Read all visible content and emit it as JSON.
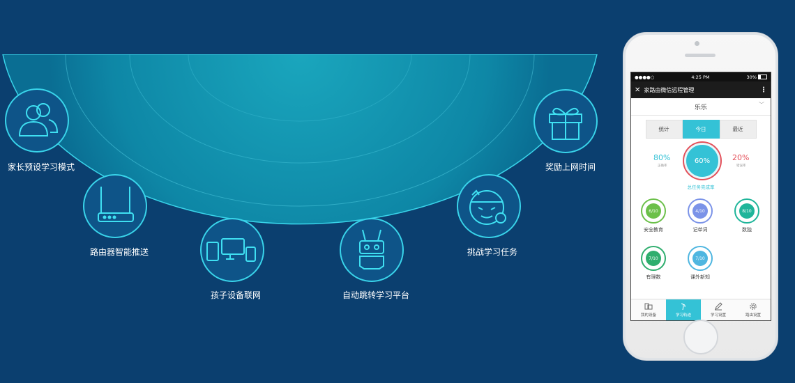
{
  "features": [
    {
      "label": "家长预设学习模式",
      "icon": "parents-icon"
    },
    {
      "label": "路由器智能推送",
      "icon": "router-icon"
    },
    {
      "label": "孩子设备联网",
      "icon": "devices-icon"
    },
    {
      "label": "自动跳转学习平台",
      "icon": "robot-icon"
    },
    {
      "label": "挑战学习任务",
      "icon": "challenge-face-icon"
    },
    {
      "label": "奖励上网时间",
      "icon": "gift-icon"
    }
  ],
  "phone": {
    "status": {
      "signal": "●●●●○",
      "time": "4:25 PM",
      "battery": "30%"
    },
    "nav": {
      "title": "家路由微信远程管理",
      "close_icon": "close-icon",
      "menu_icon": "more-vertical-icon"
    },
    "child_name": "乐乐",
    "tabs": [
      {
        "label": "统计",
        "active": false
      },
      {
        "label": "今日",
        "active": true
      },
      {
        "label": "最近",
        "active": false
      }
    ],
    "stats": {
      "correct": {
        "value": "80%",
        "caption": "正确率",
        "color": "#34c2d6"
      },
      "total": {
        "value": "60%",
        "caption": "总任务完成率"
      },
      "wrong": {
        "value": "20%",
        "caption": "错误率",
        "color": "#e4505a"
      }
    },
    "subjects": [
      {
        "progress": "6/10",
        "label": "安全教育",
        "color": "#6cc04a"
      },
      {
        "progress": "4/10",
        "label": "记单词",
        "color": "#7b93e8"
      },
      {
        "progress": "8/10",
        "label": "数独",
        "color": "#1fb59a"
      },
      {
        "progress": "7/10",
        "label": "有理数",
        "color": "#2fae6e"
      },
      {
        "progress": "7/10",
        "label": "课外新知",
        "color": "#4fb6e0"
      }
    ],
    "bottom_nav": [
      {
        "label": "我的设备",
        "icon": "devices-icon",
        "active": false
      },
      {
        "label": "学习轨迹",
        "icon": "footprint-icon",
        "active": true
      },
      {
        "label": "学习设置",
        "icon": "pencil-icon",
        "active": false
      },
      {
        "label": "路由设置",
        "icon": "gear-icon",
        "active": false
      }
    ]
  }
}
